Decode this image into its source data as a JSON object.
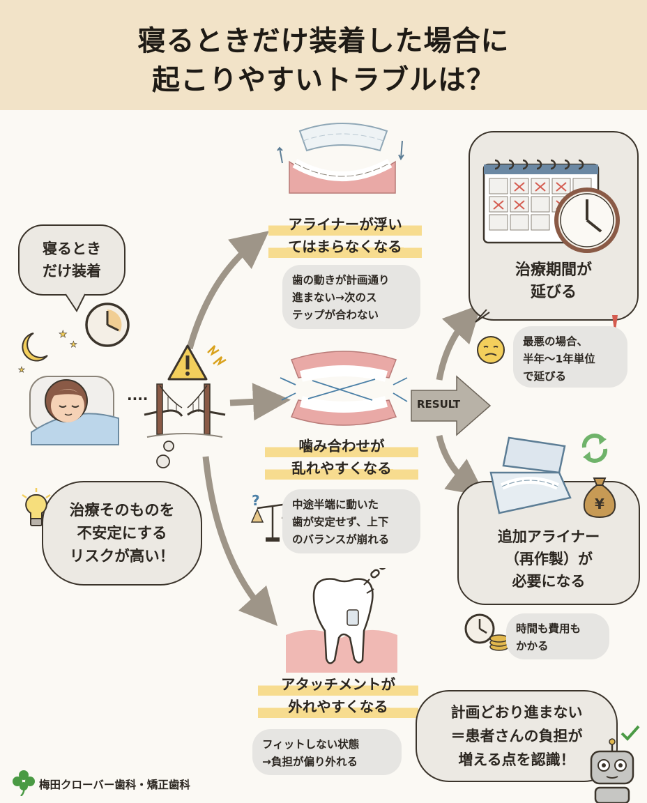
{
  "header": {
    "title_line1": "寝るときだけ装着した場合に",
    "title_line2": "起こりやすいトラブルは？"
  },
  "left": {
    "speech_line1": "寝るとき",
    "speech_line2": "だけ装着",
    "thought_line1": "治療そのものを",
    "thought_line2": "不安定にする",
    "thought_line3": "リスクが高い！"
  },
  "troubles": [
    {
      "title_line1": "アライナーが浮い",
      "title_line2": "てはまらなくなる",
      "note_line1": "歯の動きが計画通り",
      "note_line2": "進まない→次のス",
      "note_line3": "テップが合わない"
    },
    {
      "title_line1": "噛み合わせが",
      "title_line2": "乱れやすくなる",
      "note_line1": "中途半端に動いた",
      "note_line2": "歯が安定せず、上下",
      "note_line3": "のバランスが崩れる"
    },
    {
      "title_line1": "アタッチメントが",
      "title_line2": "外れやすくなる",
      "note_line1": "フィットしない状態",
      "note_line2": "→負担が偏り外れる"
    }
  ],
  "result_label": "RESULT",
  "results": [
    {
      "title_line1": "治療期間が",
      "title_line2": "延びる",
      "note_line1": "最悪の場合、",
      "note_line2": "半年〜1年単位",
      "note_line3": "で延びる"
    },
    {
      "title_line1": "追加アライナー",
      "title_line2": "（再作製）が",
      "title_line3": "必要になる",
      "note_line1": "時間も費用も",
      "note_line2": "かかる"
    }
  ],
  "conclusion": {
    "line1": "計画どおり進まない",
    "line2": "＝患者さんの負担が",
    "line3": "増える点を認識！"
  },
  "clinic_name": "梅田クローバー歯科・矯正歯科",
  "money_symbol": "¥",
  "colors": {
    "header_bg": "#f2e3c8",
    "highlight": "#f7dc8f",
    "arrow": "#9e9588",
    "gum": "#e9a9a6",
    "clover": "#4a9a44"
  }
}
